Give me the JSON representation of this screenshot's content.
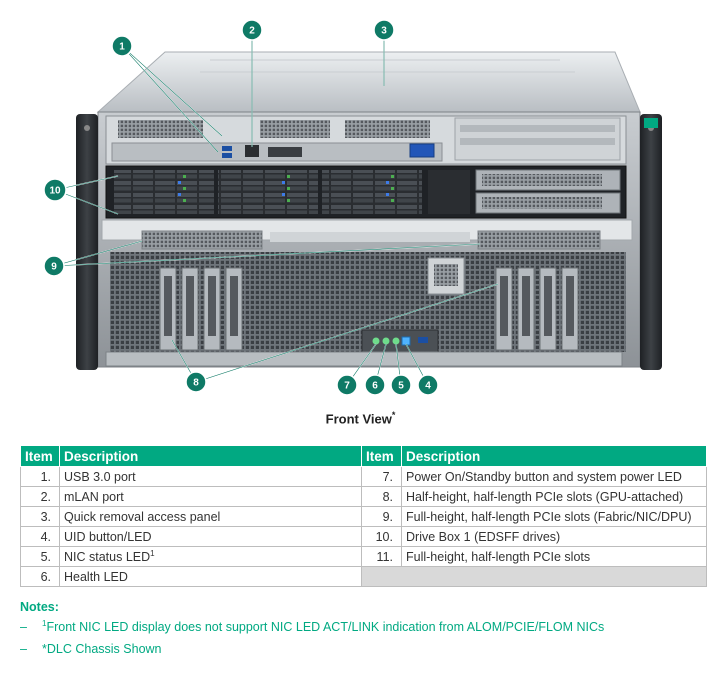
{
  "figure": {
    "callouts": [
      "1",
      "2",
      "3",
      "4",
      "5",
      "6",
      "7",
      "8",
      "9",
      "10"
    ],
    "caption": "Front View",
    "caption_mark": "*"
  },
  "table": {
    "headers": [
      "Item",
      "Description",
      "Item",
      "Description"
    ],
    "left": [
      {
        "num": "1.",
        "desc": "USB 3.0 port"
      },
      {
        "num": "2.",
        "desc": "mLAN port"
      },
      {
        "num": "3.",
        "desc": "Quick removal access panel"
      },
      {
        "num": "4.",
        "desc": "UID button/LED"
      },
      {
        "num": "5.",
        "desc": "NIC status LED",
        "sup": "1"
      },
      {
        "num": "6.",
        "desc": "Health LED"
      }
    ],
    "right": [
      {
        "num": "7.",
        "desc": "Power On/Standby button and system power LED"
      },
      {
        "num": "8.",
        "desc": "Half-height, half-length PCIe slots (GPU-attached)"
      },
      {
        "num": "9.",
        "desc": "Full-height, half-length PCIe slots (Fabric/NIC/DPU)"
      },
      {
        "num": "10.",
        "desc": "Drive Box 1 (EDSFF drives)"
      },
      {
        "num": "11.",
        "desc": "Full-height, half-length PCIe slots"
      }
    ]
  },
  "notes": {
    "title": "Notes:",
    "dash": "–",
    "items": [
      {
        "sup": "1",
        "text": "Front NIC LED display does not support NIC LED ACT/LINK indication from ALOM/PCIE/FLOM NICs"
      },
      {
        "sup": "",
        "text": "*DLC Chassis Shown"
      }
    ]
  },
  "colors": {
    "accent": "#01a982",
    "callout": "#0f7a66",
    "empty_cell": "#d9d9d9"
  }
}
